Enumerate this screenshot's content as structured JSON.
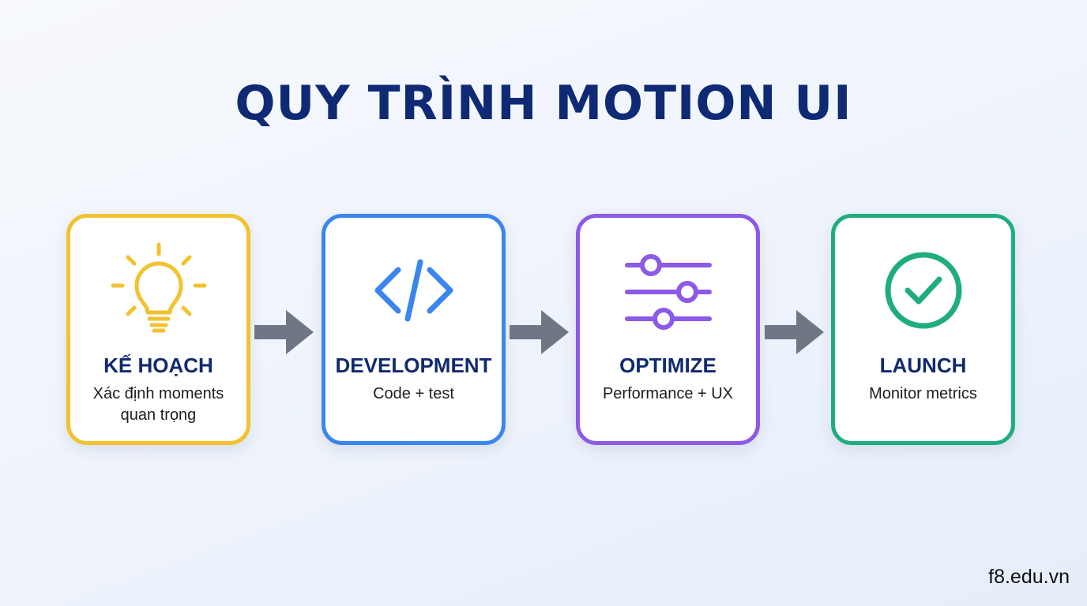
{
  "title": "QUY TRÌNH MOTION UI",
  "steps": [
    {
      "heading": "KẾ HOẠCH",
      "description": "Xác định moments quan trọng",
      "icon": "lightbulb-icon",
      "color": "#f2c230"
    },
    {
      "heading": "DEVELOPMENT",
      "description": "Code + test",
      "icon": "code-icon",
      "color": "#3a86ee"
    },
    {
      "heading": "OPTIMIZE",
      "description": "Performance + UX",
      "icon": "sliders-icon",
      "color": "#8c5ae6"
    },
    {
      "heading": "LAUNCH",
      "description": "Monitor metrics",
      "icon": "check-circle-icon",
      "color": "#1fad7f"
    }
  ],
  "arrow_color": "#6f7785",
  "watermark": "f8.edu.vn"
}
